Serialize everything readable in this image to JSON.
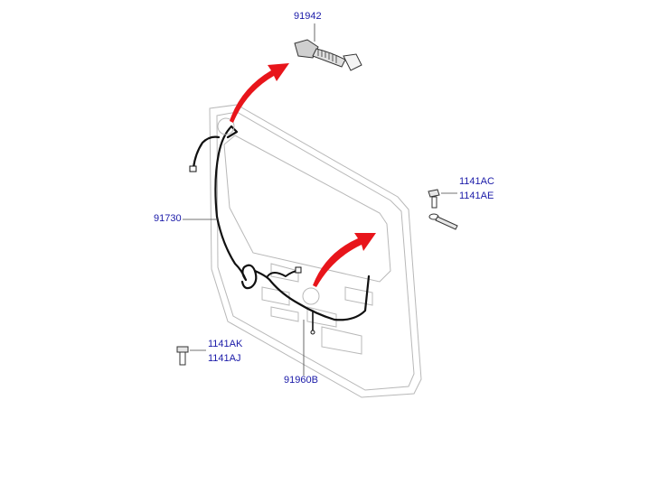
{
  "labels": {
    "grommet_part": "91942",
    "main_harness_part": "91730",
    "bolt_top_a": "1141AC",
    "bolt_top_b": "1141AE",
    "bolt_bottom_a": "1141AK",
    "bolt_bottom_b": "1141AJ",
    "sub_harness_part": "91960B"
  },
  "colors": {
    "label_text": "#1a1aa8",
    "arrow": "#e8151b",
    "outline": "#b8b8b8",
    "wire": "#111111"
  }
}
